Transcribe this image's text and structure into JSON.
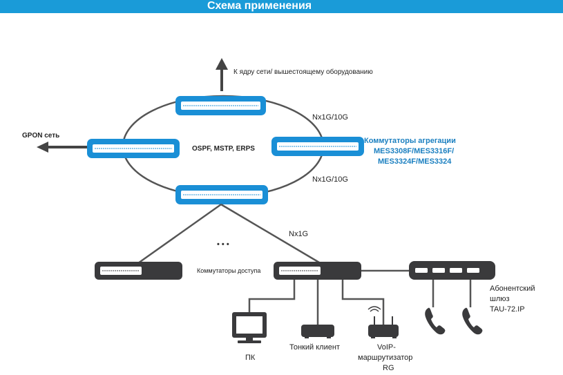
{
  "header": {
    "title": "Схема применения"
  },
  "labels": {
    "core_uplink": "К ядру  сети/  вышестоящему  оборудованию",
    "gpon": "GPON  сеть",
    "protocols": "OSPF,  MSTP,  ERPS",
    "link_top": "Nx1G/10G",
    "link_bottom": "Nx1G/10G",
    "link_access": "Nx1G",
    "ellipsis": "• • •",
    "access_switches": "Коммутаторы   доступа"
  },
  "aggregation": {
    "line1": "Коммутаторы агрегации",
    "line2": "MES3308F/MES3316F/",
    "line3": "MES3324F/MES3324"
  },
  "gateway": {
    "line1": "Абонентский",
    "line2": "шлюз",
    "line3": "TAU-72.IP"
  },
  "devices": {
    "pc": "ПК",
    "thin_client": "Тонкий клиент",
    "voip_line1": "VoIP-",
    "voip_line2": "маршрутизатор",
    "voip_line3": "RG"
  },
  "colors": {
    "header_bg": "#1a9bd8",
    "switch_blue": "#1a8fd6",
    "dark_device": "#3a3a3c",
    "line": "#555555",
    "aggregation_text": "#1a7fc0"
  }
}
